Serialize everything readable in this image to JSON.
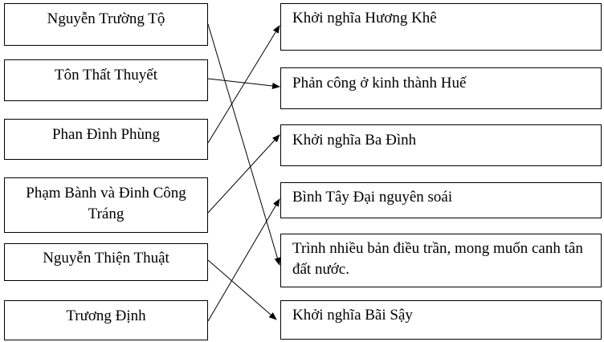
{
  "left_items": [
    {
      "label": "Nguyễn Trường Tộ"
    },
    {
      "label": "Tôn Thất Thuyết"
    },
    {
      "label": "Phan Đình Phùng"
    },
    {
      "label": "Phạm Bành và Đinh Công Tráng"
    },
    {
      "label": "Nguyễn Thiện Thuật"
    },
    {
      "label": "Trương Định"
    }
  ],
  "right_items": [
    {
      "label": "Khởi nghĩa Hương Khê"
    },
    {
      "label": "Phản công ở kinh thành Huế"
    },
    {
      "label": "Khởi nghĩa Ba Đình"
    },
    {
      "label": "Bình Tây Đại nguyên soái"
    },
    {
      "label": "Trình nhiều bản điều trần, mong muốn canh tân đất nước."
    },
    {
      "label": "Khởi nghĩa Bãi Sậy"
    }
  ],
  "connections": [
    {
      "from": "Nguyễn Trường Tộ",
      "to": "Trình nhiều bản điều trần, mong muốn canh tân đất nước."
    },
    {
      "from": "Tôn Thất Thuyết",
      "to": "Phản công ở kinh thành Huế"
    },
    {
      "from": "Phan Đình Phùng",
      "to": "Khởi nghĩa Hương Khê"
    },
    {
      "from": "Phạm Bành và Đinh Công Tráng",
      "to": "Khởi nghĩa Ba Đình"
    },
    {
      "from": "Nguyễn Thiện Thuật",
      "to": "Khởi nghĩa Bãi Sậy"
    },
    {
      "from": "Trương Định",
      "to": "Bình Tây Đại nguyên soái"
    }
  ]
}
